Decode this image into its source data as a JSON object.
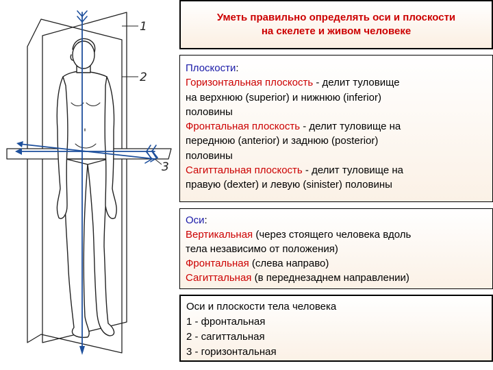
{
  "title": {
    "line1": "Уметь правильно определять оси и плоскости",
    "line2": "на скелете и живом человеке"
  },
  "planes": {
    "heading": "Плоскости",
    "horizontal": {
      "name": "Горизонтальная плоскость",
      "text1": " - делит туловище",
      "text2": "на верхнюю (superior) и нижнюю (inferior)",
      "text3": "половины"
    },
    "frontal": {
      "name": "Фронтальная плоскость",
      "text1": " - делит туловище на",
      "text2": "переднюю (anterior) и заднюю (posterior)",
      "text3": "половины"
    },
    "sagittal": {
      "name": "Сагиттальная плоскость",
      "text1": " - делит туловище на",
      "text2": "правую (dexter) и левую (sinister) половины"
    }
  },
  "axes": {
    "heading": "Оси",
    "vertical": {
      "name": "Вертикальная",
      "text1": " (через стоящего человека вдоль",
      "text2": "тела независимо от положения)"
    },
    "frontal": {
      "name": "Фронтальная",
      "text": " (слева направо)"
    },
    "sagittal": {
      "name": "Сагиттальная",
      "text": " (в переднезаднем направлении)"
    }
  },
  "legend": {
    "title": "Оси и плоскости тела человека",
    "item1": "1 - фронтальная",
    "item2": "2 - сагиттальная",
    "item3": "3 - горизонтальная"
  },
  "figure": {
    "label1": "1",
    "label2": "2",
    "label3": "3",
    "axis_color": "#1d4f9c",
    "line_color": "#222222"
  },
  "colors": {
    "accent_red": "#cc0000",
    "heading_blue": "#1a1aa8"
  }
}
